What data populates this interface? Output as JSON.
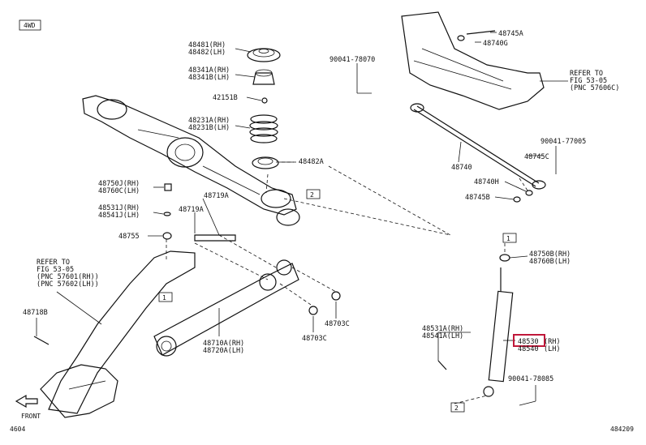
{
  "page": {
    "tag": "4WD",
    "front_label": "FRONT",
    "code_left": "4604",
    "code_right": "484209"
  },
  "labels": [
    {
      "id": "l48481",
      "lines": [
        "48481(RH)",
        "48482(LH)"
      ]
    },
    {
      "id": "l48341",
      "lines": [
        "48341A(RH)",
        "48341B(LH)"
      ]
    },
    {
      "id": "l42151",
      "lines": [
        "42151B"
      ]
    },
    {
      "id": "l48231",
      "lines": [
        "48231A(RH)",
        "48231B(LH)"
      ]
    },
    {
      "id": "l48482a",
      "lines": [
        "48482A"
      ]
    },
    {
      "id": "l48750j",
      "lines": [
        "48750J(RH)",
        "48760C(LH)"
      ]
    },
    {
      "id": "l48719a",
      "lines": [
        "48719A"
      ]
    },
    {
      "id": "l48531j",
      "lines": [
        "48531J(RH)",
        "48541J(LH)"
      ]
    },
    {
      "id": "l48719a2",
      "lines": [
        "48719A"
      ]
    },
    {
      "id": "l48755",
      "lines": [
        "48755"
      ]
    },
    {
      "id": "lrefer1",
      "lines": [
        "REFER TO",
        "FIG 53-05",
        "(PNC  57601(RH))",
        "(PNC  57602(LH))"
      ]
    },
    {
      "id": "l48718b",
      "lines": [
        "48718B"
      ]
    },
    {
      "id": "l48703c1",
      "lines": [
        "48703C"
      ]
    },
    {
      "id": "l48703c2",
      "lines": [
        "48703C"
      ]
    },
    {
      "id": "l48710a",
      "lines": [
        "48710A(RH)",
        "48720A(LH)"
      ]
    },
    {
      "id": "l90041_78070",
      "lines": [
        "90041-78070"
      ]
    },
    {
      "id": "l48745a",
      "lines": [
        "48745A"
      ]
    },
    {
      "id": "l48740g",
      "lines": [
        "48740G"
      ]
    },
    {
      "id": "lrefer2",
      "lines": [
        "REFER TO",
        "FIG 53-05",
        "(PNC 57606C)"
      ]
    },
    {
      "id": "l90041_77005",
      "lines": [
        "90041-77005"
      ]
    },
    {
      "id": "l48745c",
      "lines": [
        "48745C"
      ]
    },
    {
      "id": "l48740",
      "lines": [
        "48740"
      ]
    },
    {
      "id": "l48740h",
      "lines": [
        "48740H"
      ]
    },
    {
      "id": "l48745b",
      "lines": [
        "48745B"
      ]
    },
    {
      "id": "l48750b",
      "lines": [
        "48750B(RH)",
        "48760B(LH)"
      ]
    },
    {
      "id": "l48531a",
      "lines": [
        "48531A(RH)",
        "48541A(LH)"
      ]
    },
    {
      "id": "l48530",
      "lines": [
        "48530",
        "48540"
      ]
    },
    {
      "id": "l48530s",
      "lines": [
        "(RH)",
        "(LH)"
      ]
    },
    {
      "id": "l90041_78085",
      "lines": [
        "90041-78085"
      ]
    }
  ],
  "callouts": {
    "c1": "1",
    "c2": "2"
  },
  "highlight_color": "#c0183a"
}
